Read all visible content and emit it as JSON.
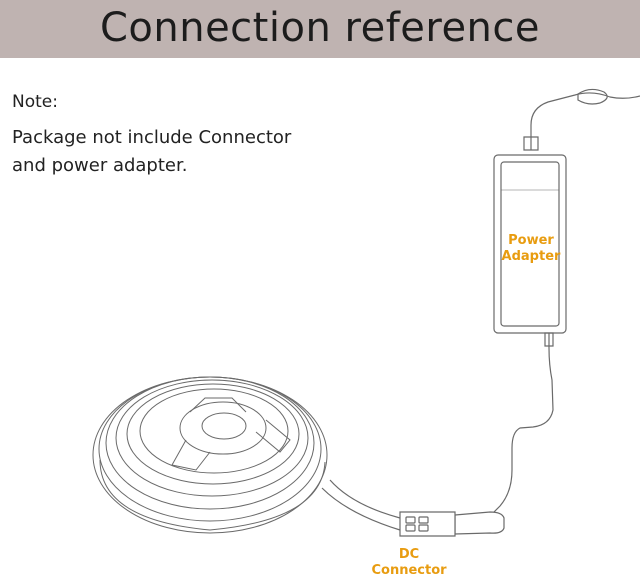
{
  "banner": {
    "title": "Connection reference"
  },
  "note": {
    "heading": "Note:",
    "line1": "Package not include Connector",
    "line2": "and power adapter."
  },
  "labels": {
    "power_adapter_line1": "Power",
    "power_adapter_line2": "Adapter",
    "dc_connector_line1": "DC",
    "dc_connector_line2": "Connector"
  },
  "colors": {
    "banner": "#bfb3b1",
    "label": "#e89c10",
    "line": "#666666"
  }
}
